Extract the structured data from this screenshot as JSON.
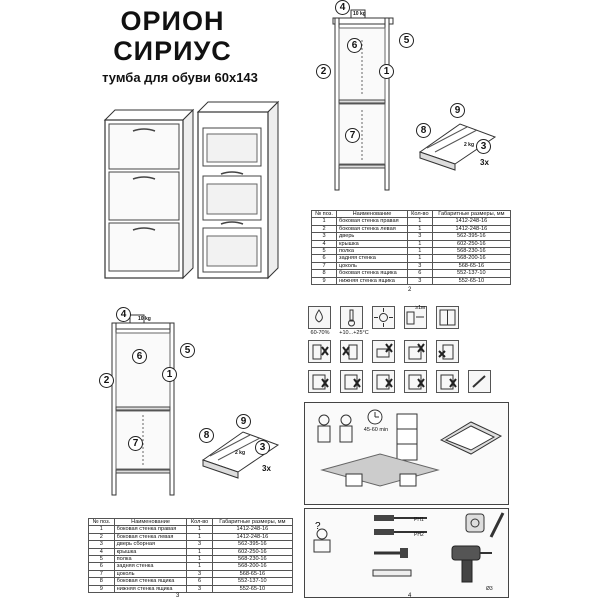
{
  "title": {
    "line1": "ОРИОН",
    "line2": "СИРИУС",
    "subtitle": "тумба для обуви 60х143"
  },
  "page_numbers": {
    "p2": "2",
    "p3": "3",
    "p4": "4"
  },
  "weight_label": "10 kg",
  "drawer_weight_label": "2 kg",
  "multiplier": "3x",
  "callouts": [
    "1",
    "2",
    "3",
    "4",
    "5",
    "6",
    "7",
    "8",
    "9"
  ],
  "parts_table": {
    "headers": [
      "№ поз.",
      "Наименование",
      "Кол-во",
      "Габаритные размеры, мм"
    ],
    "rows_a": [
      [
        "1",
        "боковая стенка правая",
        "1",
        "1412-248-16"
      ],
      [
        "2",
        "боковая стенка левая",
        "1",
        "1412-248-16"
      ],
      [
        "3",
        "дверь",
        "3",
        "562-395-16"
      ],
      [
        "4",
        "крышка",
        "1",
        "602-250-16"
      ],
      [
        "5",
        "полка",
        "1",
        "568-230-16"
      ],
      [
        "6",
        "задняя стенка",
        "1",
        "568-200-16"
      ],
      [
        "7",
        "цоколь",
        "3",
        "568-65-16"
      ],
      [
        "8",
        "боковая стенка ящика",
        "6",
        "552-137-10"
      ],
      [
        "9",
        "нижняя стенка ящика",
        "3",
        "552-65-10"
      ]
    ],
    "rows_b": [
      [
        "1",
        "боковая стенка правая",
        "1",
        "1412-248-16"
      ],
      [
        "2",
        "боковая стенка левая",
        "1",
        "1412-248-16"
      ],
      [
        "3",
        "дверь сборная",
        "3",
        "562-395-16"
      ],
      [
        "4",
        "крышка",
        "1",
        "602-250-16"
      ],
      [
        "5",
        "полка",
        "1",
        "568-230-16"
      ],
      [
        "6",
        "задняя стенка",
        "1",
        "568-200-16"
      ],
      [
        "7",
        "цоколь",
        "3",
        "568-65-16"
      ],
      [
        "8",
        "боковая стенка ящика",
        "6",
        "552-137-10"
      ],
      [
        "9",
        "нижняя стенка ящика",
        "3",
        "552-65-10"
      ]
    ]
  },
  "pictograms": {
    "humidity": "60-70%",
    "temperature": "+10...+25°C",
    "distance": "≥1м",
    "time_range": "45-60 min"
  },
  "tools": {
    "ph1": "PH1",
    "ph2": "PH2",
    "drill": "Ø3"
  }
}
